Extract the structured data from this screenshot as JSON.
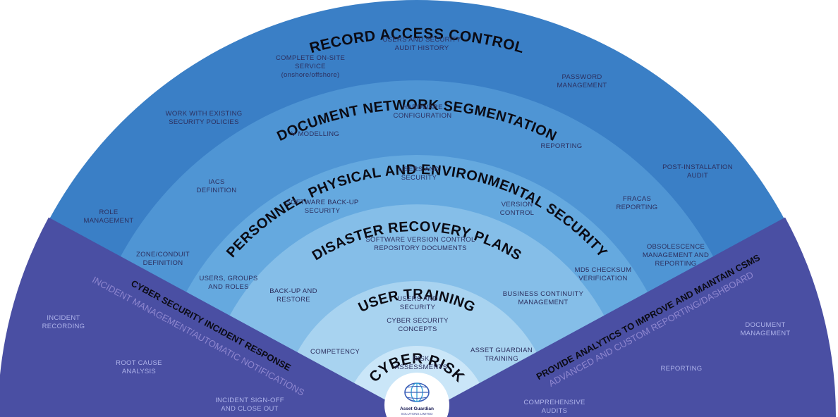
{
  "colors": {
    "ring1": "#3a7fc6",
    "ring2": "#4f95d4",
    "ring3": "#65a9df",
    "ring4": "#85bee8",
    "ring5": "#a8d3f0",
    "ring6": "#cae6f8",
    "sides": "#4a4fa3",
    "title": "#0b0b14",
    "label": "#2c2f5e",
    "side_label": "#aeb3ea"
  },
  "rings": [
    {
      "id": "record-access-control",
      "title": "RECORD ACCESS CONTROL",
      "items": [
        "USERS AND SECURITY\nAUDIT HISTORY",
        "COMPLETE ON-SITE\nSERVICE\n(onshore/offshore)",
        "PASSWORD\nMANAGEMENT",
        "WORK WITH EXISTING\nSECURITY POLICIES",
        "POST-INSTALLATION\nAUDIT",
        "ROLE\nMANAGEMENT",
        "OBSOLESCENCE\nMANAGEMENT AND\nREPORTING"
      ]
    },
    {
      "id": "document-network-segmentation",
      "title": "DOCUMENT NETWORK SEGMENTATION",
      "items": [
        "HARDWARE\nCONFIGURATION",
        "V MODELLING",
        "REPORTING",
        "IACS\nDEFINITION",
        "FRACAS\nREPORTING",
        "ZONE/CONDUIT\nDEFINITION",
        "MD5 CHECKSUM\nVERIFICATION"
      ]
    },
    {
      "id": "personnel-physical-environmental-security",
      "title": "PERSONNEL, PHYSICAL AND ENVIRONMENTAL SECURITY",
      "items": [
        "USERS AND\nSECURITY",
        "SOFTWARE BACK-UP\nSECURITY",
        "VERSION\nCONTROL",
        "USERS, GROUPS\nAND ROLES",
        "BUSINESS CONTINUITY\nMANAGEMENT"
      ]
    },
    {
      "id": "disaster-recovery-plans",
      "title": "DISASTER RECOVERY PLANS",
      "items": [
        "SOFTWARE VERSION CONTROL\nREPOSITORY DOCUMENTS",
        "BACK-UP AND\nRESTORE",
        "ASSET GUARDIAN\nTRAINING"
      ]
    },
    {
      "id": "user-training",
      "title": "USER TRAINING",
      "items": [
        "USERS AND\nSECURITY",
        "CYBER SECURITY\nCONCEPTS",
        "COMPETENCY"
      ]
    },
    {
      "id": "cyber-risk",
      "title": "CYBER RISK",
      "items": [
        "RISK\nASSESSMENTS"
      ]
    }
  ],
  "left_sector": {
    "title": "CYBER SECURITY INCIDENT RESPONSE",
    "subtitle": "INCIDENT MANAGEMENT/AUTOMATIC NOTIFICATIONS",
    "items": [
      "INCIDENT\nRECORDING",
      "ROOT CAUSE\nANALYSIS",
      "INCIDENT SIGN-OFF\nAND CLOSE OUT"
    ]
  },
  "right_sector": {
    "title": "PROVIDE ANALYTICS TO IMPROVE AND MAINTAIN CSMS",
    "subtitle": "ADVANCED AND CUSTOM REPORTING/DASHBOARD",
    "items": [
      "DOCUMENT\nMANAGEMENT",
      "REPORTING",
      "COMPREHENSIVE\nAUDITS"
    ]
  },
  "logo": {
    "name": "Asset Guardian",
    "sub": "SOLUTIONS LIMITED",
    "icon": "globe-icon"
  }
}
